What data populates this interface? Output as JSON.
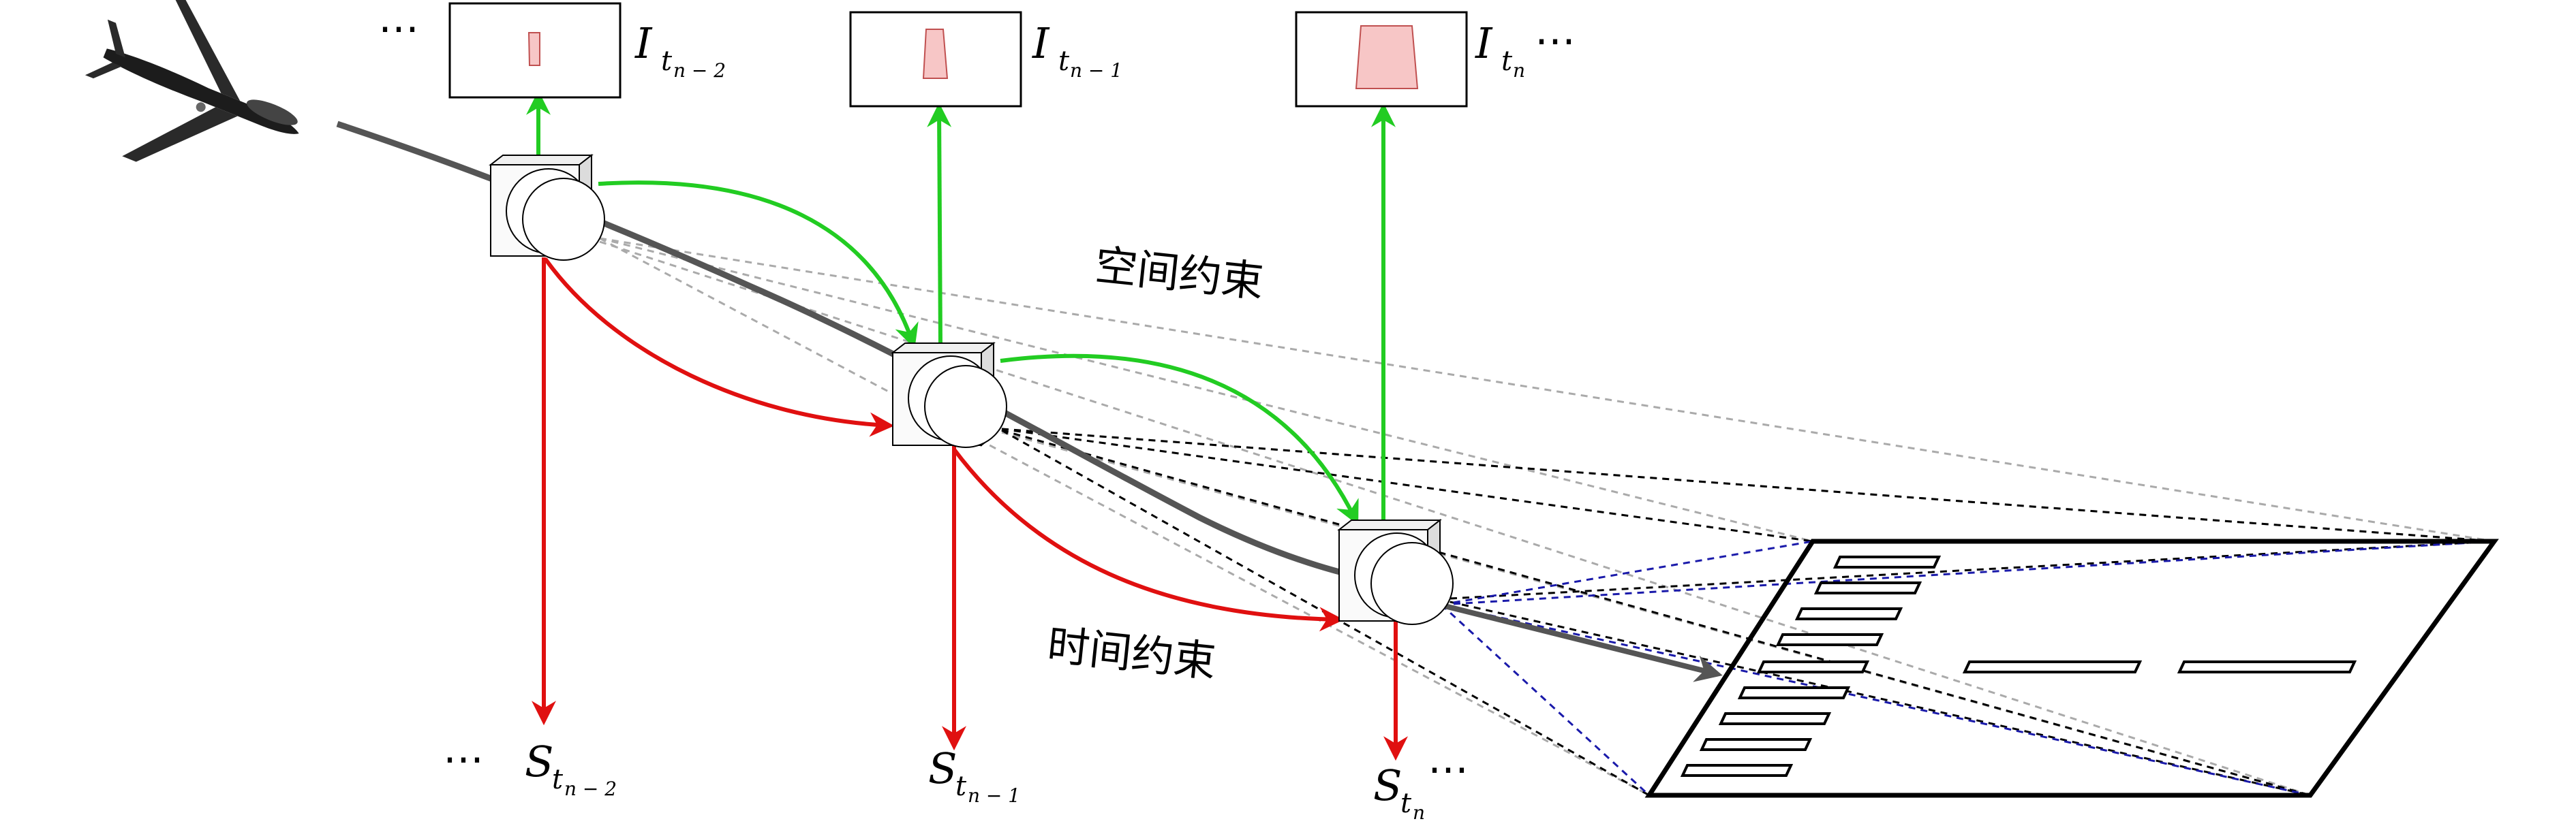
{
  "labels": {
    "spatial_constraint": "空间约束",
    "temporal_constraint": "时间约束",
    "ellipsis": "⋯"
  },
  "images": [
    {
      "letter": "I",
      "sub1": "t",
      "sub2": "n − 2",
      "id": "n-2"
    },
    {
      "letter": "I",
      "sub1": "t",
      "sub2": "n − 1",
      "id": "n-1"
    },
    {
      "letter": "I",
      "sub1": "t",
      "sub2": "n",
      "id": "n"
    }
  ],
  "states": [
    {
      "letter": "S",
      "sub1": "t",
      "sub2": "n − 2",
      "id": "n-2"
    },
    {
      "letter": "S",
      "sub1": "t",
      "sub2": "n − 1",
      "id": "n-1"
    },
    {
      "letter": "S",
      "sub1": "t",
      "sub2": "n",
      "id": "n"
    }
  ],
  "colors": {
    "spatial_arrow": "#22cc22",
    "temporal_arrow": "#e01010",
    "trajectory": "#555555",
    "patch_fill": "#f7c6c6",
    "patch_stroke": "#c05050",
    "blue_dash": "#1a1aaa",
    "gray_dash": "#aaaaaa",
    "black_dash": "#000000"
  }
}
